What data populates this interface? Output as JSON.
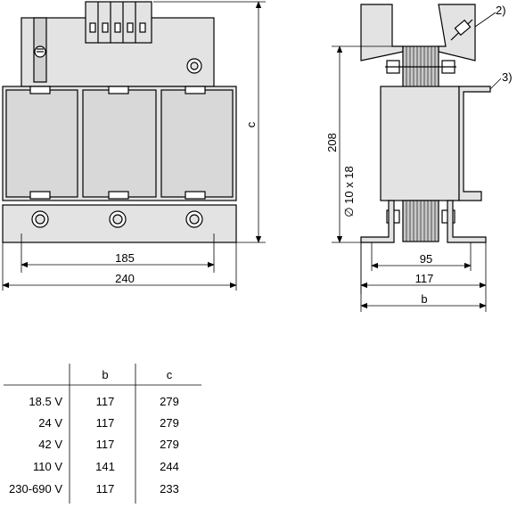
{
  "front_view": {
    "dim_inner": "185",
    "dim_outer": "240",
    "dim_height": "c"
  },
  "side_view": {
    "callout_2": "2)",
    "callout_3": "3)",
    "dim_height": "208",
    "hole_label": "∅ 10 x 18",
    "dim_inner": "95",
    "dim_mid": "117",
    "dim_outer": "b"
  },
  "table": {
    "headers": [
      "",
      "b",
      "c"
    ],
    "rows": [
      [
        "18.5 V",
        "117",
        "279"
      ],
      [
        "24 V",
        "117",
        "279"
      ],
      [
        "42 V",
        "117",
        "279"
      ],
      [
        "110 V",
        "141",
        "244"
      ],
      [
        "230-690 V",
        "117",
        "233"
      ]
    ]
  },
  "colors": {
    "metal_fill": "#e3e3e3",
    "line": "#000000"
  }
}
